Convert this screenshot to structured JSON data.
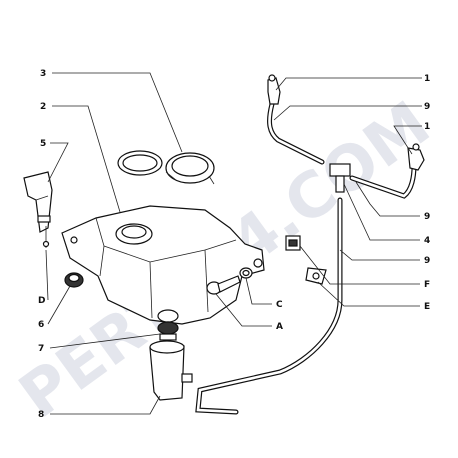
{
  "watermark": "PERTE04.COM",
  "labels": {
    "l1a": "1",
    "l9a": "9",
    "l1b": "1",
    "l9b": "9",
    "l4": "4",
    "l9c": "9",
    "lF": "F",
    "lE": "E",
    "l3": "3",
    "l2": "2",
    "l5": "5",
    "lD": "D",
    "l6": "6",
    "l7": "7",
    "l8": "8",
    "lC": "C",
    "lA": "A"
  }
}
